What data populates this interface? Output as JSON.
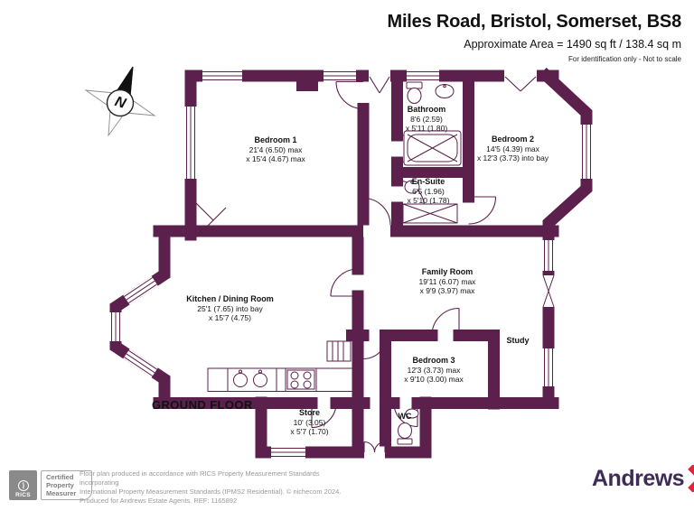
{
  "header": {
    "title": "Miles Road, Bristol, Somerset, BS8",
    "subtitle": "Approximate Area = 1490 sq ft / 138.4 sq m",
    "note": "For identification only - Not to scale"
  },
  "compass": {
    "north_label": "N"
  },
  "plan": {
    "floor_label": "GROUND FLOOR",
    "rooms": {
      "bedroom1": {
        "name": "Bedroom 1",
        "dim1": "21'4 (6.50) max",
        "dim2": "x 15'4 (4.67) max"
      },
      "bathroom": {
        "name": "Bathroom",
        "dim1": "8'6 (2.59)",
        "dim2": "x 5'11 (1.80)"
      },
      "bedroom2": {
        "name": "Bedroom 2",
        "dim1": "14'5 (4.39) max",
        "dim2": "x 12'3 (3.73) into bay"
      },
      "ensuite": {
        "name": "En-Suite",
        "dim1": "6'5 (1.96)",
        "dim2": "x 5'10 (1.78)"
      },
      "family": {
        "name": "Family Room",
        "dim1": "19'11 (6.07) max",
        "dim2": "x 9'9 (3.97) max"
      },
      "kitchen": {
        "name": "Kitchen / Dining Room",
        "dim1": "25'1 (7.65) into bay",
        "dim2": "x 15'7 (4.75)"
      },
      "bedroom3": {
        "name": "Bedroom 3",
        "dim1": "12'3 (3.73) max",
        "dim2": "x 9'10 (3.00) max"
      },
      "study": {
        "name": "Study"
      },
      "store": {
        "name": "Store",
        "dim1": "10' (3.05)",
        "dim2": "x 5'7 (1.70)"
      },
      "wc": {
        "name": "WC"
      }
    }
  },
  "footer": {
    "rics_label": "RICS",
    "badge_line1": "Certified",
    "badge_line2": "Property",
    "badge_line3": "Measurer",
    "disclaimer_line1": "Floor plan produced in accordance with RICS Property Measurement Standards incorporating",
    "disclaimer_line2": "International Property Measurement Standards (IPMS2 Residential).  © nichecom 2024.",
    "disclaimer_line3": "Produced for Andrews Estate Agents.  REF:  1165892",
    "brand_name": "Andrews"
  },
  "colors": {
    "wall": "#5c204d",
    "brand_purple": "#3e2b56",
    "brand_red": "#e4233c",
    "rics_gray": "#8a8a8a",
    "footer_text_gray": "#9a9a9a"
  }
}
